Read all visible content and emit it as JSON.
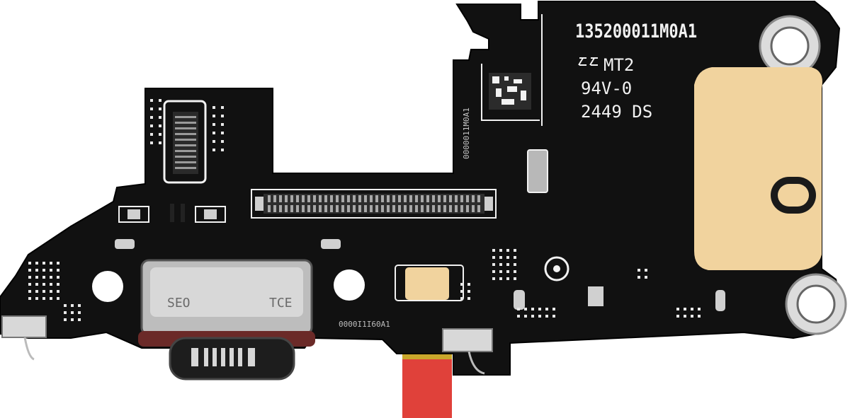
{
  "board": {
    "part_number": "135200011M0A1",
    "marking_line1": "MT2",
    "marking_line2": "94V-0",
    "marking_line3": "2449 DS",
    "side_code": "0000011M0A1",
    "connector_code": "0000I1I60A1",
    "usb_label": "SEO",
    "usb_label2": "TCE"
  },
  "colors": {
    "pcb": "#111111",
    "silkscreen": "#f2f2f2",
    "foam_pad": "#f1d39e",
    "metal": "#cfcfcf",
    "flex_cable": "#e0413a"
  }
}
